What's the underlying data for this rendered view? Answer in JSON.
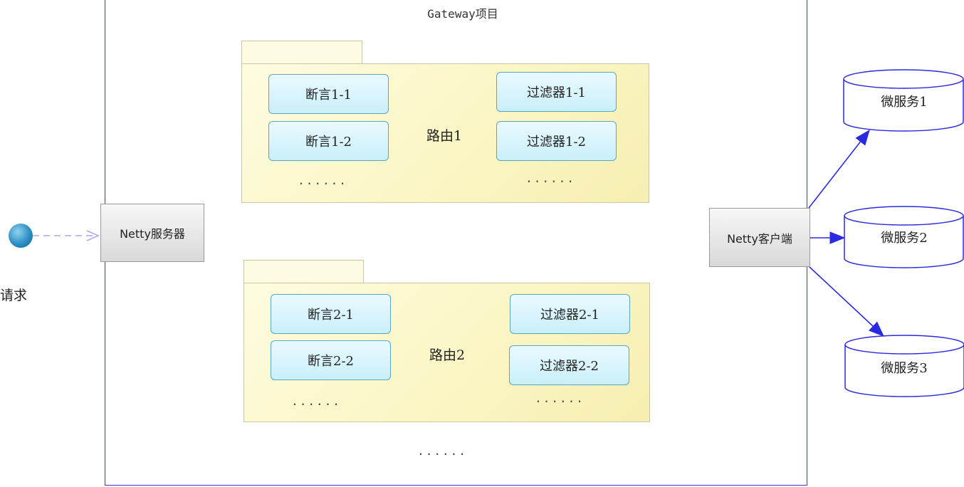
{
  "gateway": {
    "title": "Gateway项目"
  },
  "request": {
    "label": "请求"
  },
  "netty_server": {
    "label": "Netty服务器"
  },
  "netty_client": {
    "label": "Netty客户端"
  },
  "route1": {
    "label": "路由1",
    "predicates": [
      "断言1-1",
      "断言1-2"
    ],
    "filters": [
      "过滤器1-1",
      "过滤器1-2"
    ],
    "predicates_more": "......",
    "filters_more": "......"
  },
  "route2": {
    "label": "路由2",
    "predicates": [
      "断言2-1",
      "断言2-2"
    ],
    "filters": [
      "过滤器2-1",
      "过滤器2-2"
    ],
    "predicates_more": "......",
    "filters_more": "......"
  },
  "routes_more": "......",
  "services": [
    "微服务1",
    "微服务2",
    "微服务3"
  ],
  "colors": {
    "gateway_border": "#3a3ad0",
    "dashed_flow": "#a9a9ee",
    "solid_flow": "#2a2ae0",
    "node_fill": "#c9eff9",
    "route_fill": "#fbf6c4"
  }
}
